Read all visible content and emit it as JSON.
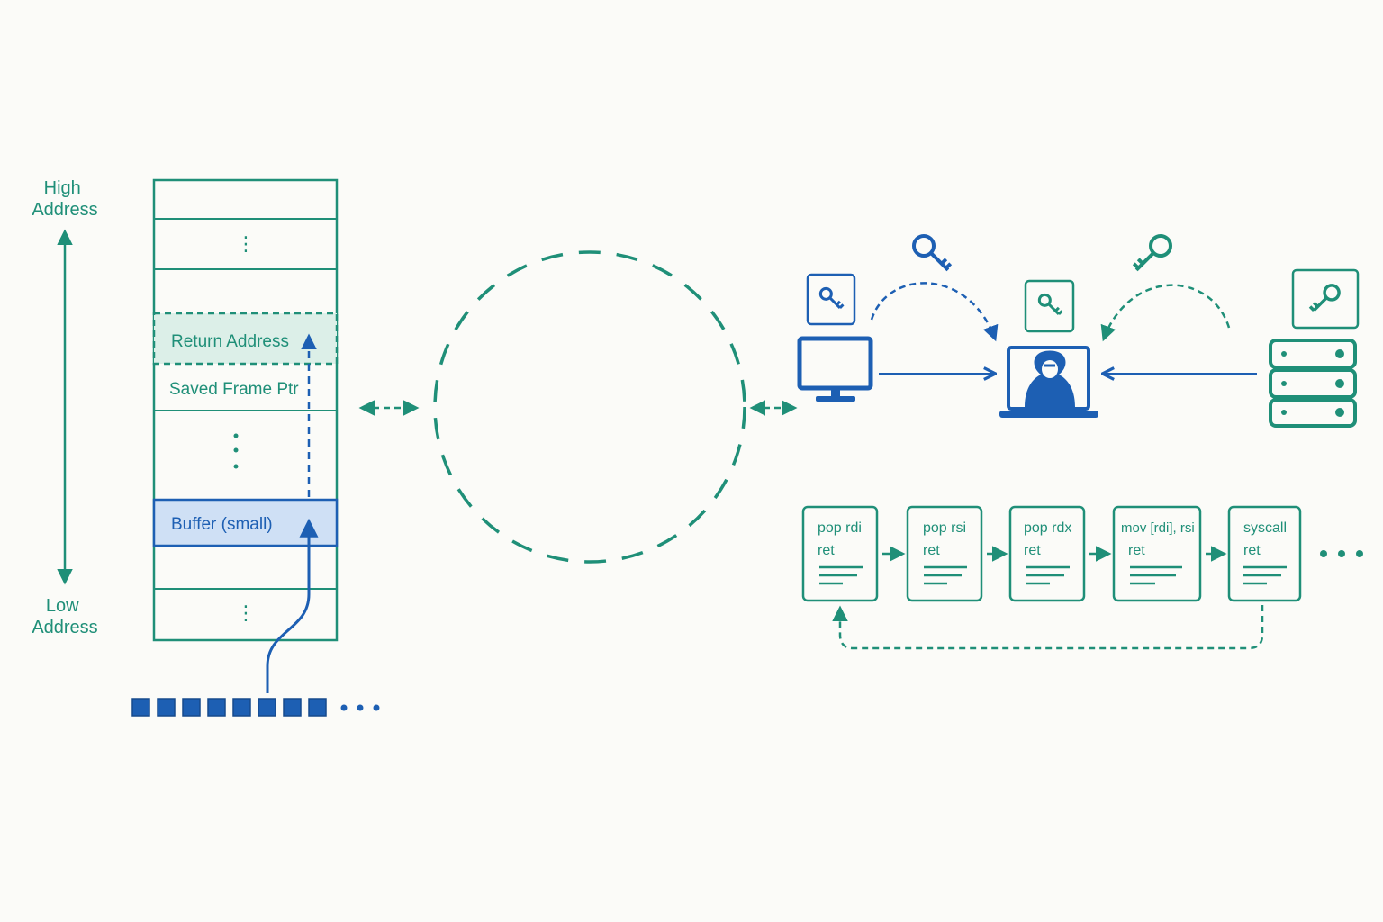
{
  "colors": {
    "teal": "#1f8f78",
    "teal_fill": "#dcefe8",
    "blue": "#1d5fb3",
    "blue_fill": "#cfe0f5",
    "background": "#fbfbf8"
  },
  "address_axis": {
    "high_line1": "High",
    "high_line2": "Address",
    "low_line1": "Low",
    "low_line2": "Address"
  },
  "stack": {
    "return_address": "Return Address",
    "saved_frame_ptr": "Saved Frame Ptr",
    "buffer": "Buffer (small)"
  },
  "icons": {
    "workstation": "desktop-monitor-icon",
    "attacker": "hooded-hacker-laptop-icon",
    "server": "server-rack-icon",
    "key": "key-icon"
  },
  "rop_chain": {
    "gadgets": [
      {
        "line1": "pop rdi",
        "line2": "ret"
      },
      {
        "line1": "pop rsi",
        "line2": "ret"
      },
      {
        "line1": "pop rdx",
        "line2": "ret"
      },
      {
        "line1": "mov [rdi], rsi",
        "line2": "ret"
      },
      {
        "line1": "syscall",
        "line2": "ret"
      }
    ]
  }
}
